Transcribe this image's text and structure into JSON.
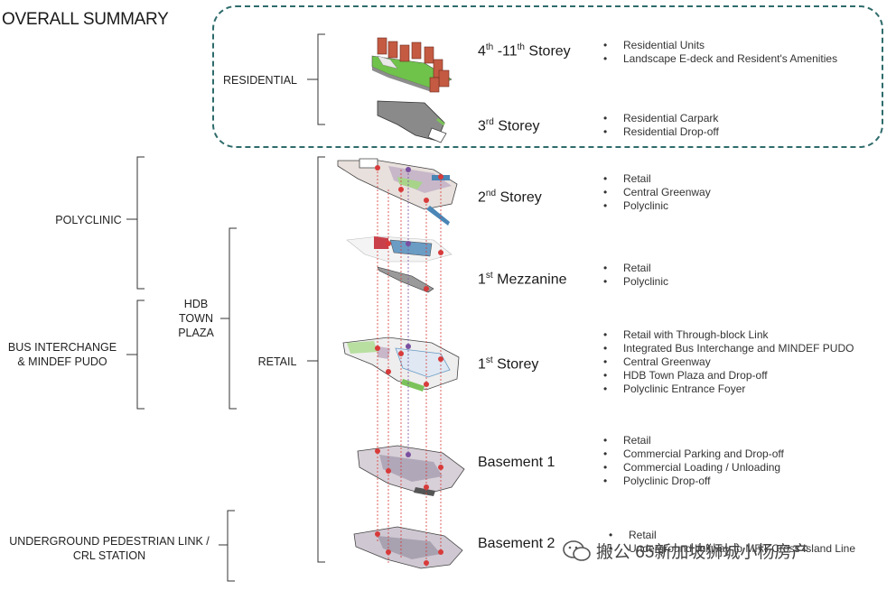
{
  "title": "OVERALL SUMMARY",
  "groups": {
    "residential": "RESIDENTIAL",
    "polyclinic": "POLYCLINIC",
    "hdb_town_plaza": "HDB TOWN PLAZA",
    "bus_interchange": "BUS INTERCHANGE & MINDEF PUDO",
    "retail": "RETAIL",
    "underground_link": "UNDERGROUND PEDESTRIAN LINK / CRL STATION"
  },
  "floors": [
    {
      "name_parts": [
        "4",
        "th",
        " -11",
        "th",
        " Storey"
      ],
      "features": [
        "Residential Units",
        "Landscape E-deck and Resident's Amenities"
      ]
    },
    {
      "name_parts": [
        "3",
        "rd",
        " Storey"
      ],
      "features": [
        "Residential Carpark",
        "Residential Drop-off"
      ]
    },
    {
      "name_parts": [
        "2",
        "nd",
        " Storey"
      ],
      "features": [
        "Retail",
        "Central Greenway",
        "Polyclinic"
      ]
    },
    {
      "name_parts": [
        "1",
        "st",
        " Mezzanine"
      ],
      "features": [
        "Retail",
        "Polyclinic"
      ]
    },
    {
      "name_parts": [
        "1",
        "st",
        " Storey"
      ],
      "features": [
        "Retail with Through-block Link",
        "Integrated Bus Interchange and MINDEF PUDO",
        "Central Greenway",
        "HDB Town Plaza and Drop-off",
        "Polyclinic Entrance Foyer"
      ]
    },
    {
      "name_parts": [
        "Basement 1",
        "",
        "",
        "",
        ""
      ],
      "features": [
        "Retail",
        "Commercial Parking and Drop-off",
        "Commercial Loading / Unloading",
        "Polyclinic Drop-off"
      ]
    },
    {
      "name_parts": [
        "Basement 2",
        "",
        "",
        "",
        ""
      ],
      "features": [
        "Retail",
        "",
        "Underground linkway to MRT Cross Island Line"
      ]
    }
  ],
  "watermark": "搬公 65新加坡狮城小杨房产"
}
